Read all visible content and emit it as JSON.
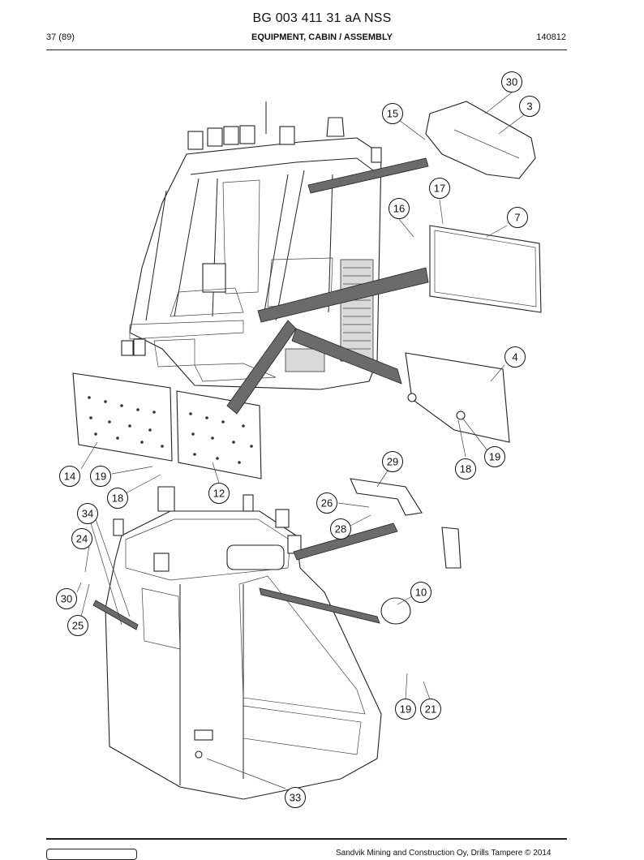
{
  "header": {
    "doc_title": "BG 003 411 31 aA NSS",
    "page_number": "37 (89)",
    "section_title": "EQUIPMENT, CABIN / ASSEMBLY",
    "date_code": "140812"
  },
  "footer": {
    "copyright": "Sandvik Mining and Construction Oy, Drills Tampere © 2014"
  },
  "callouts": [
    "30",
    "3",
    "15",
    "17",
    "16",
    "7",
    "4",
    "19",
    "18",
    "14",
    "19",
    "18",
    "12",
    "29",
    "26",
    "28",
    "34",
    "24",
    "30",
    "25",
    "10",
    "19",
    "21",
    "33"
  ]
}
